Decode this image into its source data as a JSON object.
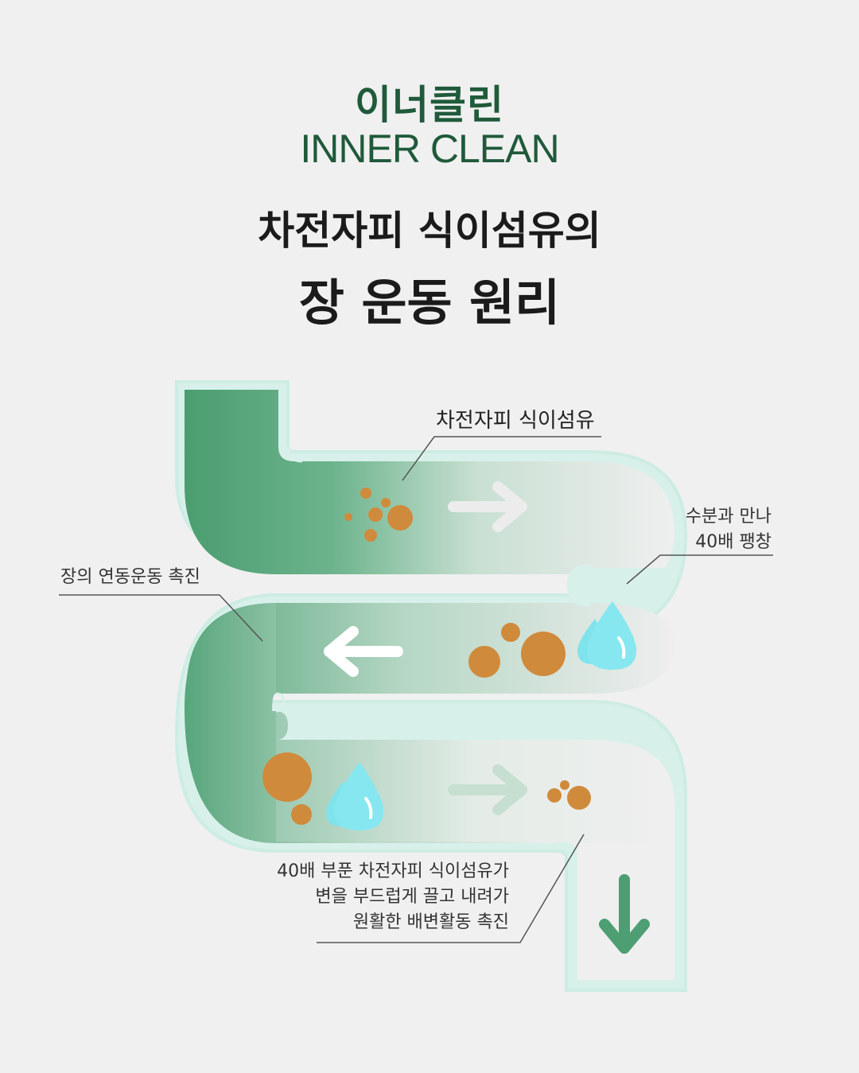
{
  "header": {
    "brand_ko": "이너클린",
    "brand_en": "INNER CLEAN",
    "title_line1": "차전자피 식이섬유의",
    "title_line2": "장 운동 원리"
  },
  "callouts": {
    "fiber": "차전자피 식이섬유",
    "water_line1": "수분과 만나",
    "water_line2": "40배 팽창",
    "peristalsis": "장의 연동운동 촉진",
    "bowel_line1": "40배 부푼 차전자피 식이섬유가",
    "bowel_line2": "변을 부드럽게 끌고 내려가",
    "bowel_line3": "원활한 배변활동 촉진"
  },
  "colors": {
    "brand_green": "#1f5a3a",
    "intestine_green": "#4a9e72",
    "intestine_outline": "#d4efe9",
    "fiber_particle": "#d08a3c",
    "water_drop": "#7fe3ec",
    "background": "#f0f0f0"
  },
  "icons": [
    "arrow-right-icon",
    "arrow-left-icon",
    "arrow-down-icon",
    "water-drop-icon",
    "fiber-particle-icon"
  ]
}
